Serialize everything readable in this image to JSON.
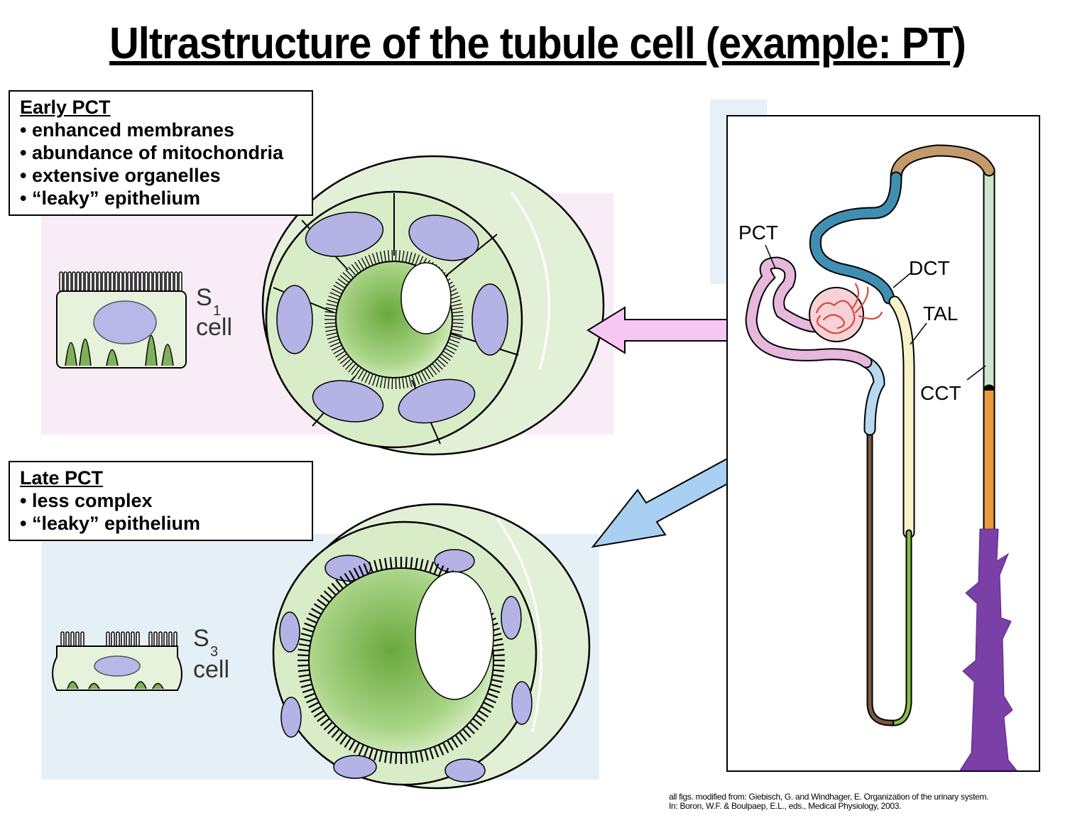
{
  "title": "Ultrastructure of the tubule cell (example: PT)",
  "early_box": {
    "heading": "Early PCT",
    "items": [
      "enhanced membranes",
      "abundance of mitochondria",
      "extensive organelles",
      "“leaky” epithelium"
    ]
  },
  "late_box": {
    "heading": "Late PCT",
    "items": [
      "less complex",
      "“leaky” epithelium"
    ]
  },
  "s1": {
    "letter": "S",
    "sub": "1",
    "word": "cell"
  },
  "s3": {
    "letter": "S",
    "sub": "3",
    "word": "cell"
  },
  "nephron_labels": {
    "pct": "PCT",
    "dct": "DCT",
    "tal": "TAL",
    "cct": "CCT"
  },
  "credit": {
    "line1": "all figs. modified from: Giebisch, G. and Windhager, E. Organization of the urinary system.",
    "line2": "In: Boron, W.F. & Boulpaep, E.L., eds., Medical Physiology, 2003."
  },
  "colors": {
    "cell_green": "#d9ecc8",
    "lumen_green": "#8cbf5c",
    "nucleus": "#b3b3e6",
    "pink_arrow": "#f7c6f2",
    "blue_arrow": "#a9cff2",
    "pct_pink": "#e7b7dc",
    "dct_blue": "#3f8fb3",
    "tal_yellow": "#f7f2c8",
    "cct_green": "#cfe3cf",
    "collecting_orange": "#e89a3c",
    "collecting_purple": "#7b3fa8",
    "glomerulus_red": "#d64a3a"
  }
}
